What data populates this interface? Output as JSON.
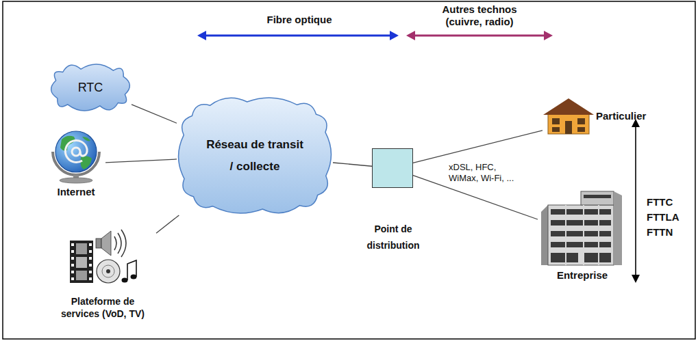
{
  "diagram": {
    "nodes": [
      {
        "text": [
          "RTC"
        ]
      },
      {
        "text": [
          "Internet"
        ]
      },
      {
        "text": [
          "Plateforme de services (VoD, TV)"
        ]
      },
      {
        "text": [
          "Réseau de transit / collecte"
        ]
      },
      {
        "text": [
          "Point de distribution"
        ]
      },
      {
        "text": [
          "Particulier"
        ]
      },
      {
        "text": [
          "Entreprise"
        ]
      }
    ],
    "edges": [
      {
        "from": 0,
        "to": 3,
        "arrow": "none"
      },
      {
        "from": 1,
        "to": 3,
        "arrow": "none"
      },
      {
        "from": 2,
        "to": 3,
        "arrow": "none"
      },
      {
        "from": 3,
        "to": 4,
        "arrow": "none"
      },
      {
        "from": 4,
        "to": 5,
        "arrow": "none"
      },
      {
        "from": 4,
        "to": 6,
        "arrow": "none"
      }
    ],
    "labels": [
      "Fibre optique",
      "Autres technos (cuivre, radio)",
      "xDSL, HFC, WiMax, Wi-Fi, ...",
      "FTTC FTTLA FTTN"
    ]
  }
}
